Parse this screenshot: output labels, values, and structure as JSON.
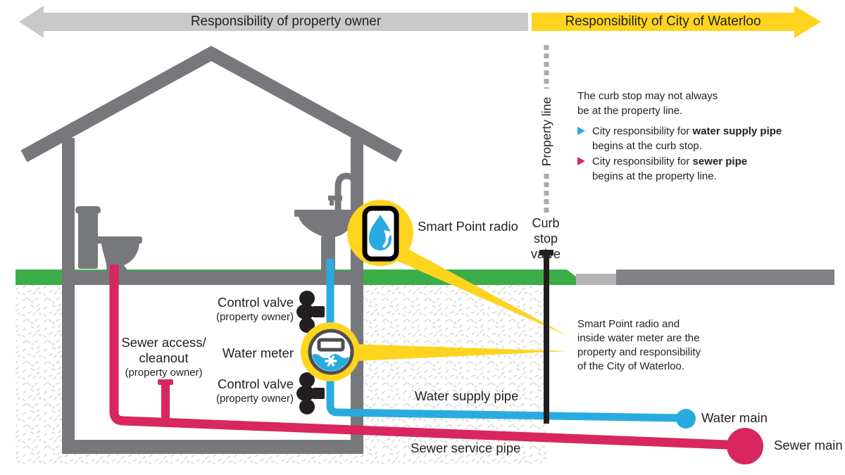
{
  "colors": {
    "structure": "#77787B",
    "arrow-gray": "#C8C9CB",
    "yellow": "#FFD41E",
    "grass": "#3CAE49",
    "sidewalk": "#B2B4B6",
    "road": "#808285",
    "water": "#29ABE2",
    "sewer": "#D9265E",
    "ink": "#231F20",
    "dash": "#A8AAAC",
    "ring": "#4D4E50",
    "speckle": "#D8D9DB"
  },
  "header": {
    "owner_arrow": "Responsibility of property owner",
    "city_arrow": "Responsibility of City of Waterloo"
  },
  "notes": {
    "curb_stop": "The curb stop may not always\nbe at the property line.",
    "bullets": [
      {
        "icon": "blue-triangle",
        "pre": "City responsibility for ",
        "bold": "water supply pipe",
        "post": "\nbegins at the curb stop."
      },
      {
        "icon": "pink-triangle",
        "pre": "City responsibility for ",
        "bold": "sewer pipe",
        "post": "\nbegins at the property line."
      }
    ],
    "meter_ownership": "Smart Point radio and\ninside water meter are the\nproperty and responsibility\nof the City of Waterloo."
  },
  "labels": {
    "property_line": "Property line",
    "curb_stop_valve": "Curb\nstop\nvalve",
    "smart_point": "Smart Point radio",
    "control_valve_top": "Control valve",
    "control_valve_top_sub": "(property owner)",
    "water_meter": "Water meter",
    "control_valve_bottom": "Control valve",
    "control_valve_bottom_sub": "(property owner)",
    "sewer_access": "Sewer access/\ncleanout",
    "sewer_access_sub": "(property owner)",
    "water_supply_pipe": "Water supply pipe",
    "sewer_service_pipe": "Sewer service pipe",
    "water_main": "Water main",
    "sewer_main": "Sewer main"
  }
}
